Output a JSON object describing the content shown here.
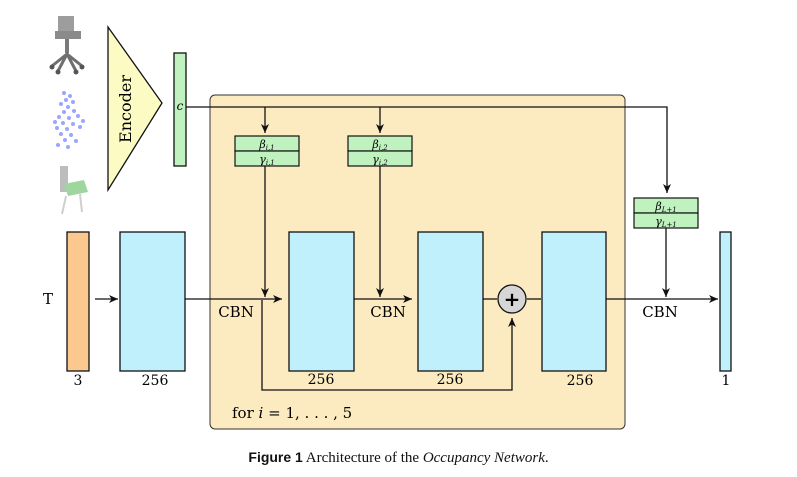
{
  "encoder": {
    "label": "Encoder"
  },
  "latent": {
    "symbol": "c"
  },
  "inputs": {
    "points_label": "T"
  },
  "dims": {
    "input": "3",
    "fc_in": "256",
    "block_a": "256",
    "block_b": "256",
    "block_c": "256",
    "output": "1"
  },
  "cbn": {
    "label": "CBN"
  },
  "params": [
    {
      "beta": "β",
      "beta_sub": "i,1",
      "gamma": "γ",
      "gamma_sub": "i,1"
    },
    {
      "beta": "β",
      "beta_sub": "i,2",
      "gamma": "γ",
      "gamma_sub": "i,2"
    },
    {
      "beta": "β",
      "beta_sub": "L+1",
      "gamma": "γ",
      "gamma_sub": "L+1"
    }
  ],
  "loop": {
    "prefix": "for ",
    "var": "i",
    "rest": " = 1, . . . , 5"
  },
  "add_symbol": "+",
  "caption": {
    "label": "Figure 1",
    "text_before": " Architecture of the ",
    "emphasis": "Occupancy Network",
    "text_after": "."
  },
  "colors": {
    "block_fill": "#bff0fb",
    "latent_fill": "#bff2bf",
    "encoder_fill": "#fdfbc4",
    "input_fill": "#fbc98f",
    "resblock_bg": "#fcebc0",
    "adder_fill": "#d6d6d6",
    "input_icons": "#9aa6ff"
  }
}
